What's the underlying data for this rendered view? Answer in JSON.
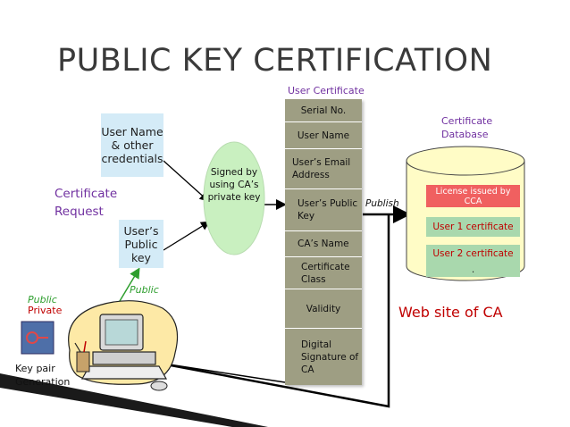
{
  "title": "PUBLIC KEY CERTIFICATION",
  "user_certificate_label": "User Certificate",
  "user_certificate_fields": [
    "Serial No.",
    "User Name",
    "User’s Email Address",
    "User’s Public Key",
    "CA’s Name",
    "Certificate Class",
    "Validity",
    "Digital Signature of CA"
  ],
  "user_credentials_box": "User Name & other credentials",
  "user_public_key_box": "User’s Public key",
  "certificate_request": "Certificate Request",
  "signed_oval": "Signed by using CA’s private key",
  "publish_label": "Publish",
  "public_arrow_label": "Public",
  "key_pair": {
    "public": "Public",
    "private": "Private",
    "generation": "Key pair Generation"
  },
  "certificate_database": {
    "label": "Certificate Database",
    "rows": [
      "License issued by CCA",
      "User 1 certificate",
      "User 2 certificate",
      "."
    ]
  },
  "website_label": "Web site of CA",
  "colors": {
    "title": "#3a3a3a",
    "label_purple": "#7030a0",
    "oval_green": "#c9f0c0",
    "column_khaki": "#9e9e83",
    "db_yellow": "#fffcc6",
    "db_row_green": "#a9d8ad",
    "db_license_red": "#f06060",
    "website_red": "#c00000",
    "public_green": "#2e9e2e"
  }
}
